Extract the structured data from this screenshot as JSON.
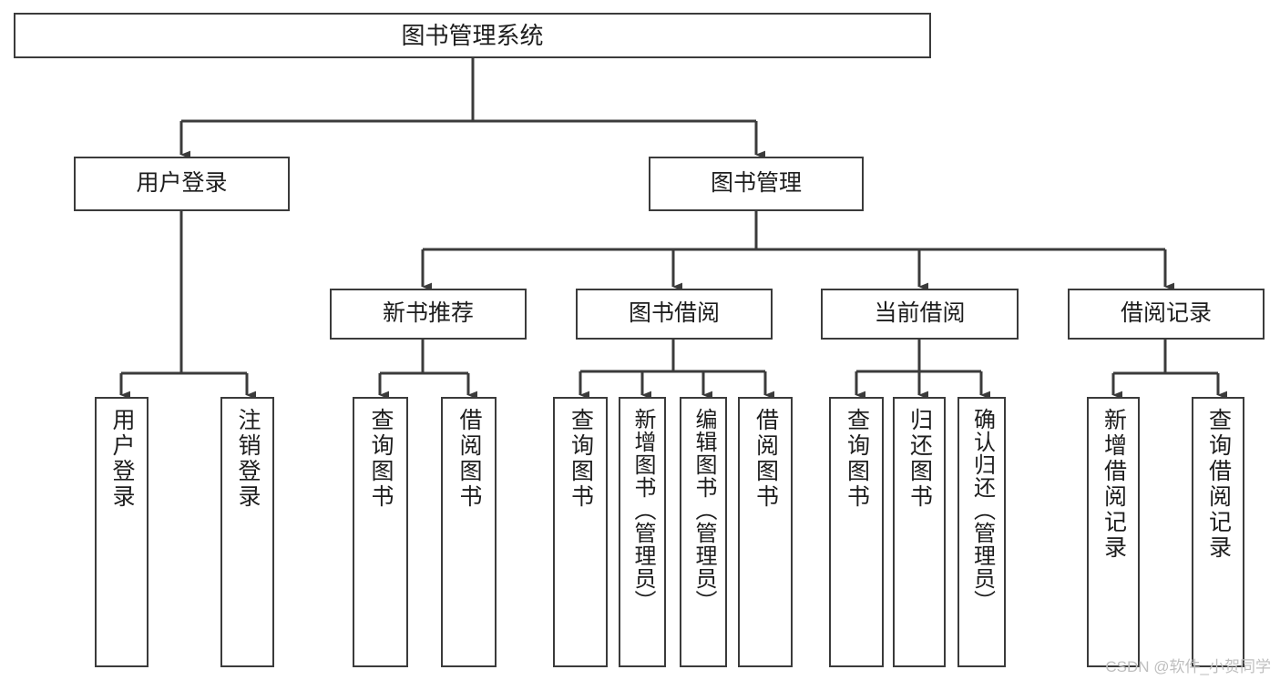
{
  "diagram": {
    "type": "tree-hierarchy-flowchart",
    "title": "图书管理系统",
    "watermark": "CSDN @软件_小贺同学",
    "colors": {
      "box_border": "#3b3b3b",
      "box_fill": "#ffffff",
      "connector": "#3b3b3b",
      "text": "#1d1d1d",
      "watermark": "#bfbfbf",
      "background": "#ffffff"
    },
    "nodes": {
      "root": {
        "label": "图书管理系统"
      },
      "level2": [
        {
          "id": "user-login",
          "label": "用户登录"
        },
        {
          "id": "book-manage",
          "label": "图书管理"
        }
      ],
      "level3": [
        {
          "id": "new-book-rec",
          "label": "新书推荐"
        },
        {
          "id": "book-borrow",
          "label": "图书借阅"
        },
        {
          "id": "current-borrow",
          "label": "当前借阅"
        },
        {
          "id": "borrow-record",
          "label": "借阅记录"
        }
      ],
      "leaves": [
        {
          "id": "leaf-user-login",
          "label": "用户登录"
        },
        {
          "id": "leaf-logout-login",
          "label": "注销登录"
        },
        {
          "id": "leaf-query-book-1",
          "label": "查询图书"
        },
        {
          "id": "leaf-borrow-book-1",
          "label": "借阅图书"
        },
        {
          "id": "leaf-query-book-2",
          "label": "查询图书"
        },
        {
          "id": "leaf-add-book-admin",
          "label": "新增图书（管理员）"
        },
        {
          "id": "leaf-edit-book-admin",
          "label": "编辑图书（管理员）"
        },
        {
          "id": "leaf-borrow-book-2",
          "label": "借阅图书"
        },
        {
          "id": "leaf-query-book-3",
          "label": "查询图书"
        },
        {
          "id": "leaf-return-book",
          "label": "归还图书"
        },
        {
          "id": "leaf-confirm-return-admin",
          "label": "确认归还（管理员）"
        },
        {
          "id": "leaf-add-borrow-record",
          "label": "新增借阅记录"
        },
        {
          "id": "leaf-query-borrow-record",
          "label": "查询借阅记录"
        }
      ]
    }
  }
}
